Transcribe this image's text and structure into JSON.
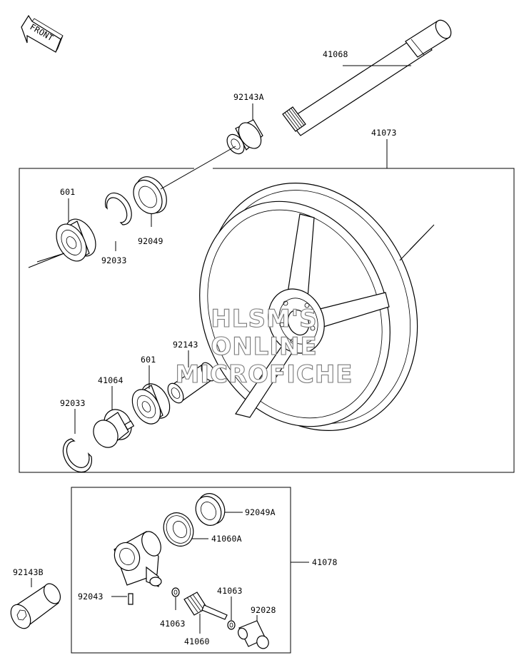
{
  "direction_arrow": {
    "label": "FRONT"
  },
  "watermark": {
    "line1": "HLSM'S",
    "line2": "ONLINE",
    "line3": "MICROFICHE"
  },
  "labels": {
    "p41068": "41068",
    "p92143A": "92143A",
    "p41073": "41073",
    "p601_top": "601",
    "p92049": "92049",
    "p92033_top": "92033",
    "p92143": "92143",
    "p601_bottom": "601",
    "p41064": "41064",
    "p92033_bottom": "92033",
    "p92049A": "92049A",
    "p41060A": "41060A",
    "p41078": "41078",
    "p92143B": "92143B",
    "p92043": "92043",
    "p41063_right": "41063",
    "p92028": "92028",
    "p41063_left": "41063",
    "p41060": "41060"
  }
}
